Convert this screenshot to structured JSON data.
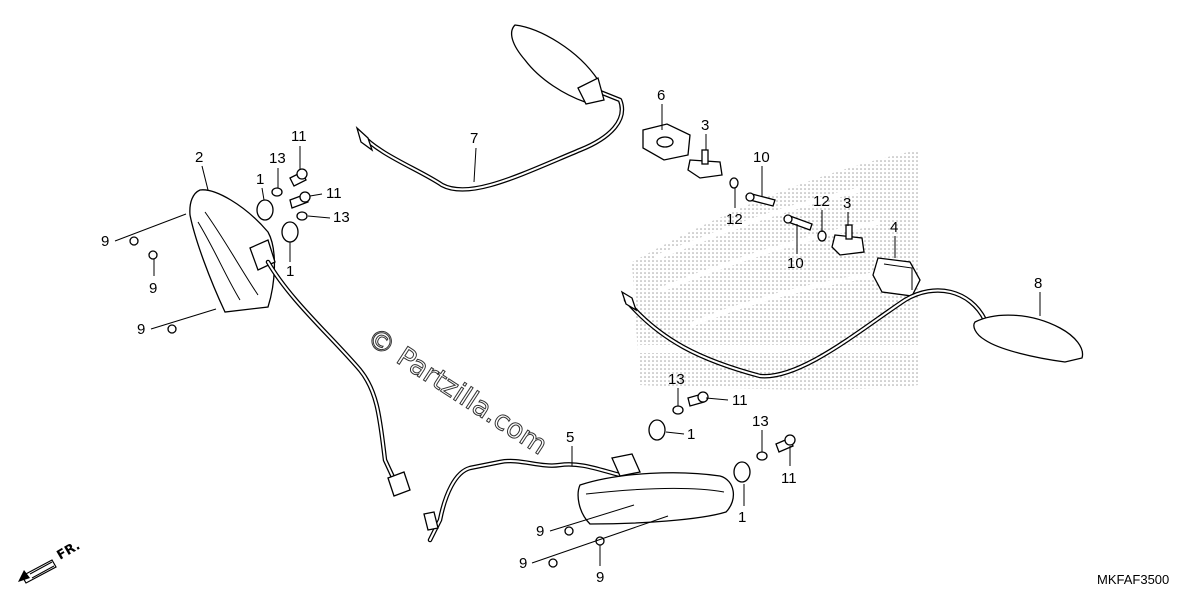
{
  "callouts": [
    {
      "id": "c2",
      "text": "2"
    },
    {
      "id": "c11a",
      "text": "11"
    },
    {
      "id": "c13a",
      "text": "13"
    },
    {
      "id": "c1a",
      "text": "1"
    },
    {
      "id": "c11b",
      "text": "11"
    },
    {
      "id": "c13b",
      "text": "13"
    },
    {
      "id": "c1b",
      "text": "1"
    },
    {
      "id": "c9a",
      "text": "9"
    },
    {
      "id": "c9b",
      "text": "9"
    },
    {
      "id": "c9c",
      "text": "9"
    },
    {
      "id": "c7",
      "text": "7"
    },
    {
      "id": "c6",
      "text": "6"
    },
    {
      "id": "c3a",
      "text": "3"
    },
    {
      "id": "c10a",
      "text": "10"
    },
    {
      "id": "c12a",
      "text": "12"
    },
    {
      "id": "c12b",
      "text": "12"
    },
    {
      "id": "c3b",
      "text": "3"
    },
    {
      "id": "c10b",
      "text": "10"
    },
    {
      "id": "c4",
      "text": "4"
    },
    {
      "id": "c8",
      "text": "8"
    },
    {
      "id": "c13c",
      "text": "13"
    },
    {
      "id": "c11c",
      "text": "11"
    },
    {
      "id": "c1c",
      "text": "1"
    },
    {
      "id": "c5",
      "text": "5"
    },
    {
      "id": "c13d",
      "text": "13"
    },
    {
      "id": "c11d",
      "text": "11"
    },
    {
      "id": "c1d",
      "text": "1"
    },
    {
      "id": "c9d",
      "text": "9"
    },
    {
      "id": "c9e",
      "text": "9"
    },
    {
      "id": "c9f",
      "text": "9"
    }
  ],
  "watermark": "© Partzilla.com",
  "direction_label": "FR.",
  "diagram_code": "MKFAF3500",
  "colors": {
    "ink": "#000000",
    "background": "#ffffff",
    "halftone": "#9a9a9a"
  }
}
